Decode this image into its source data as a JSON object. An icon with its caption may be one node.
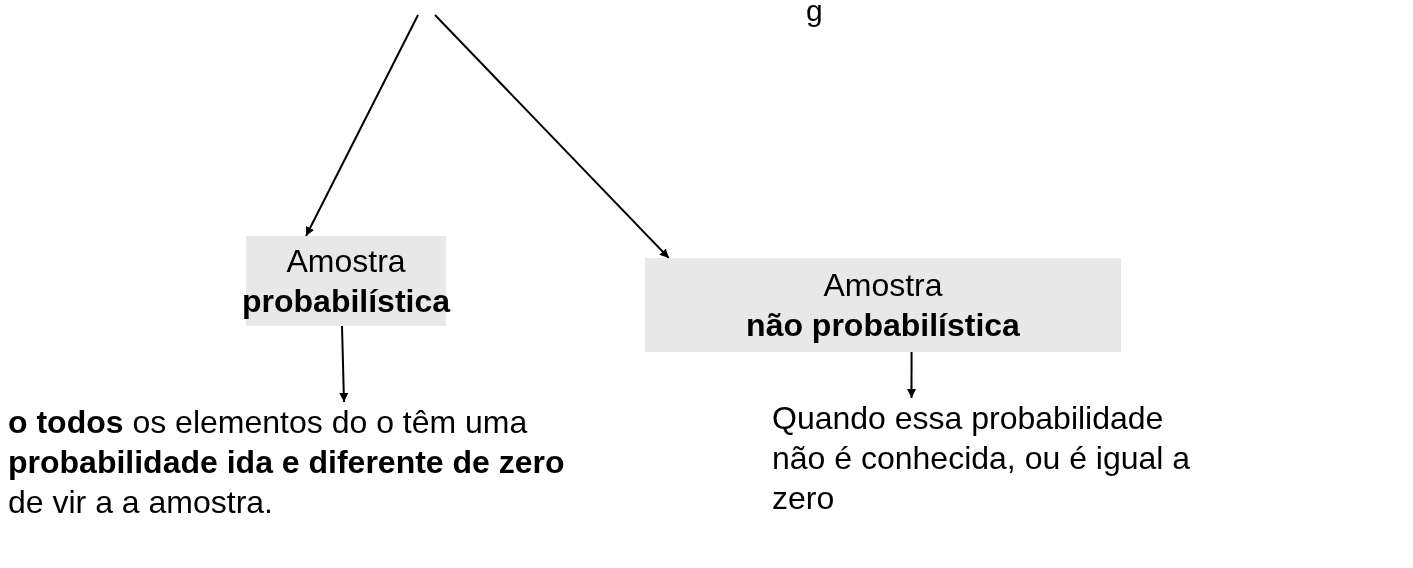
{
  "diagram": {
    "nodes": [
      {
        "text": [
          "Amostra **probabilística**"
        ]
      },
      {
        "text": [
          "Amostra **não probabilística**"
        ]
      },
      {
        "text": [
          "**o todos** os elementos do o têm uma **probabilidade ida e diferente de zero** de vir a a amostra."
        ]
      },
      {
        "text": [
          "Quando essa probabilidade não é conhecida, ou é igual a zero"
        ]
      }
    ],
    "edges": [
      {
        "from": null,
        "to": 0,
        "arrow": "to"
      },
      {
        "from": null,
        "to": 1,
        "arrow": "to"
      },
      {
        "from": 0,
        "to": 2,
        "arrow": "to"
      },
      {
        "from": 1,
        "to": 3,
        "arrow": "to"
      }
    ],
    "labels": [
      "g"
    ]
  }
}
